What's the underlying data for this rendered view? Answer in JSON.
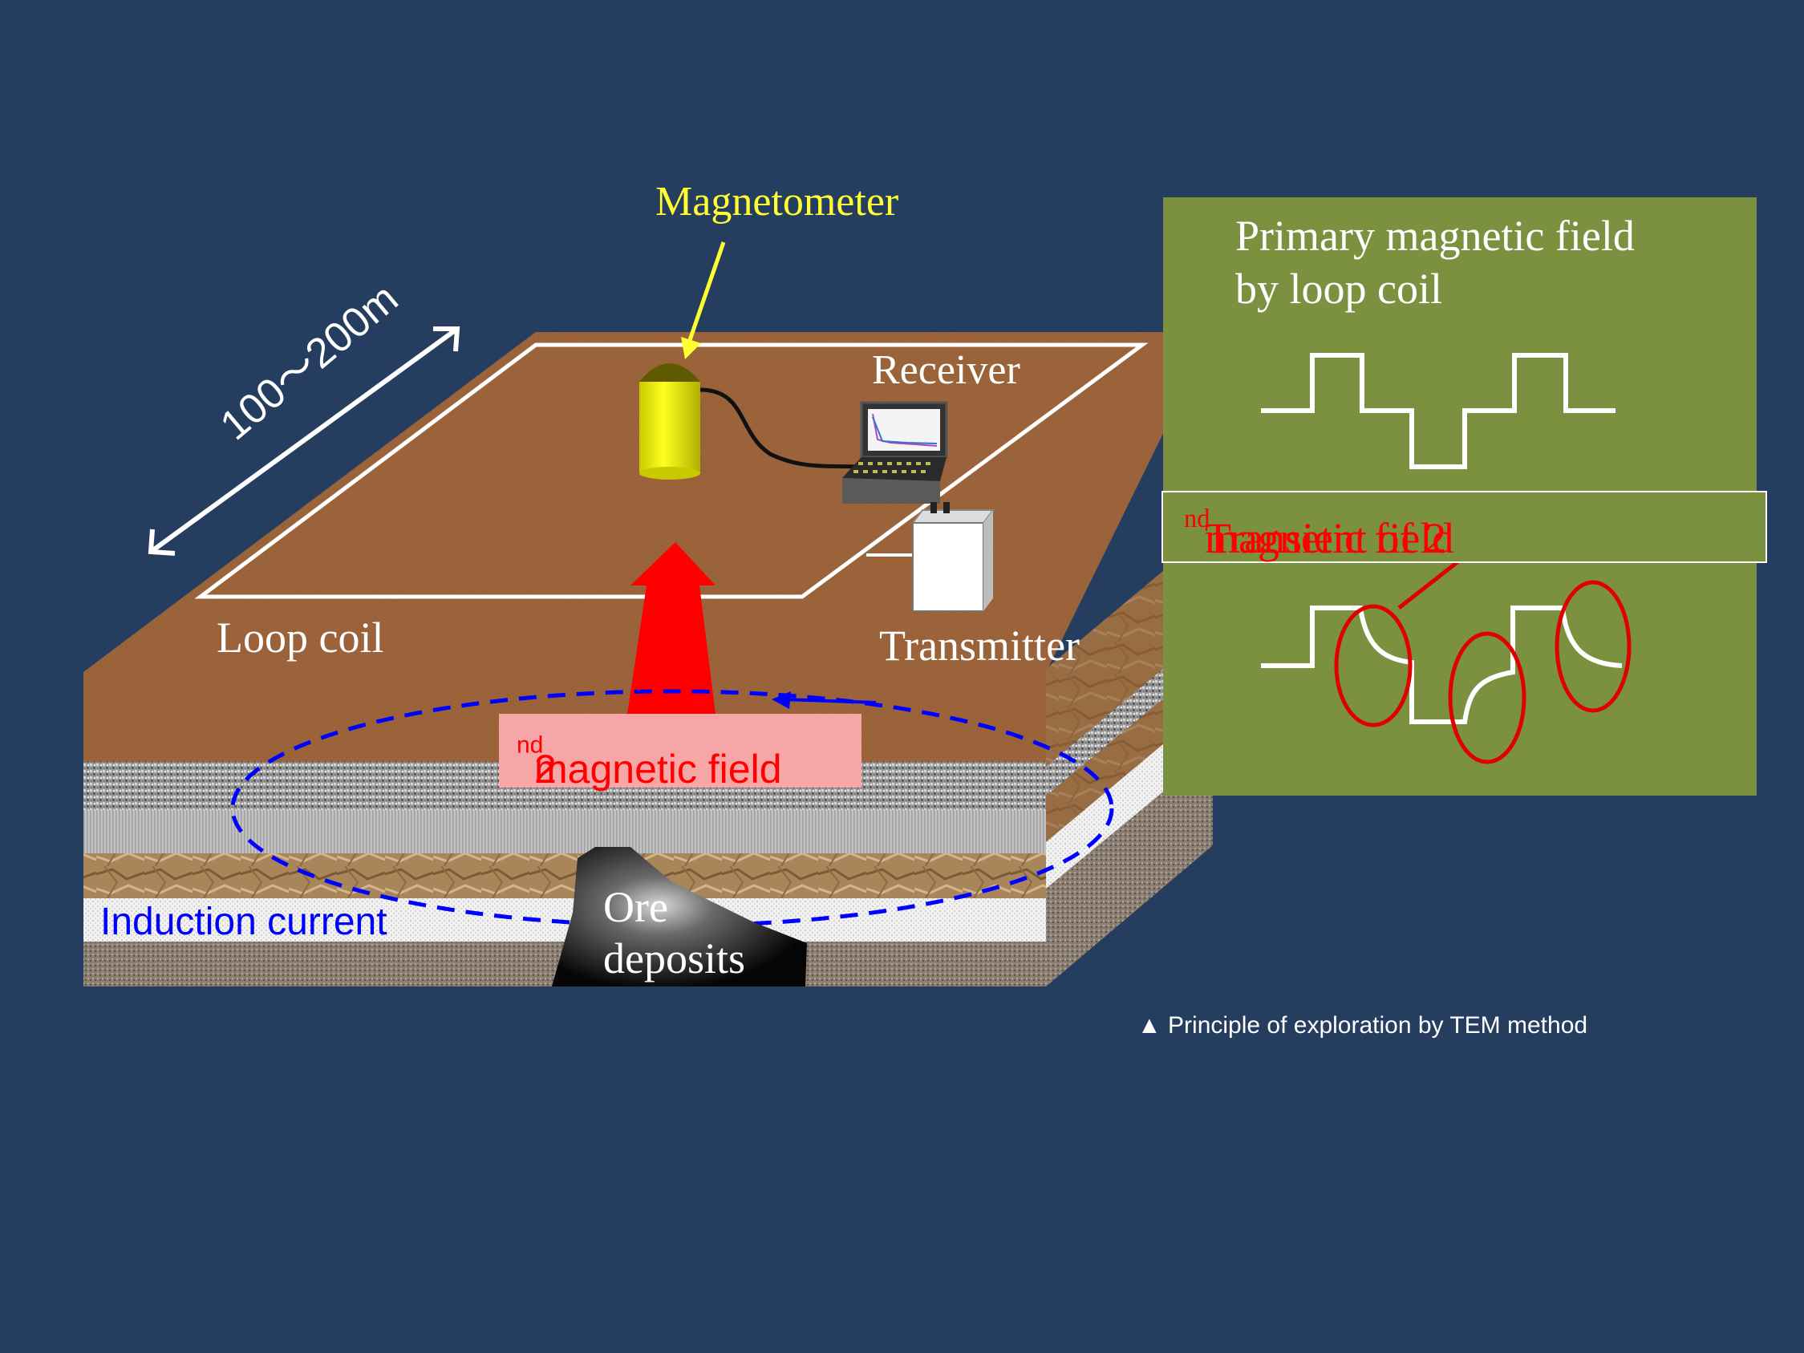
{
  "labels": {
    "magnetometer": "Magnetometer",
    "receiver": "Receiver",
    "loop_coil": "Loop coil",
    "transmitter": "Transmitter",
    "distance": "100〜200m",
    "second_field_prefix": "2",
    "second_field_sup": "nd",
    "second_field_suffix": " magnetic field",
    "induction_current": "Induction current",
    "ore_line1": "Ore",
    "ore_line2": "deposits"
  },
  "panel": {
    "primary_line1": "Primary magnetic field",
    "primary_line2": "by loop coil",
    "transient_prefix": "Transient of 2",
    "transient_sup": "nd",
    "transient_suffix": " magnetic field"
  },
  "caption": "▲ Principle of exploration by TEM method",
  "colors": {
    "background": "#253e5f",
    "panel": "#7b9140",
    "soil": "#a56a3e",
    "magnetometer_label": "#ffff33",
    "highlight_red": "#ff0000",
    "induction_blue": "#0000ff",
    "field_label_bg": "#f6a6a6"
  },
  "icons": {
    "magnetometer": "magnetometer-sensor-icon",
    "receiver": "laptop-icon",
    "transmitter": "transmitter-box-icon"
  }
}
